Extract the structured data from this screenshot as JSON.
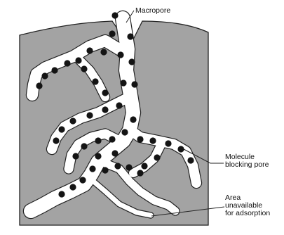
{
  "colors": {
    "solid": "#a3a3a3",
    "pore": "#ffffff",
    "molecule": "#141414",
    "outline": "#222222"
  },
  "labels": {
    "macropore": "Macropore",
    "molecule_blocking_pore": [
      "Molecule",
      "blocking pore"
    ],
    "area_unavailable": [
      "Area",
      "unavailable",
      "for adsorption"
    ]
  }
}
